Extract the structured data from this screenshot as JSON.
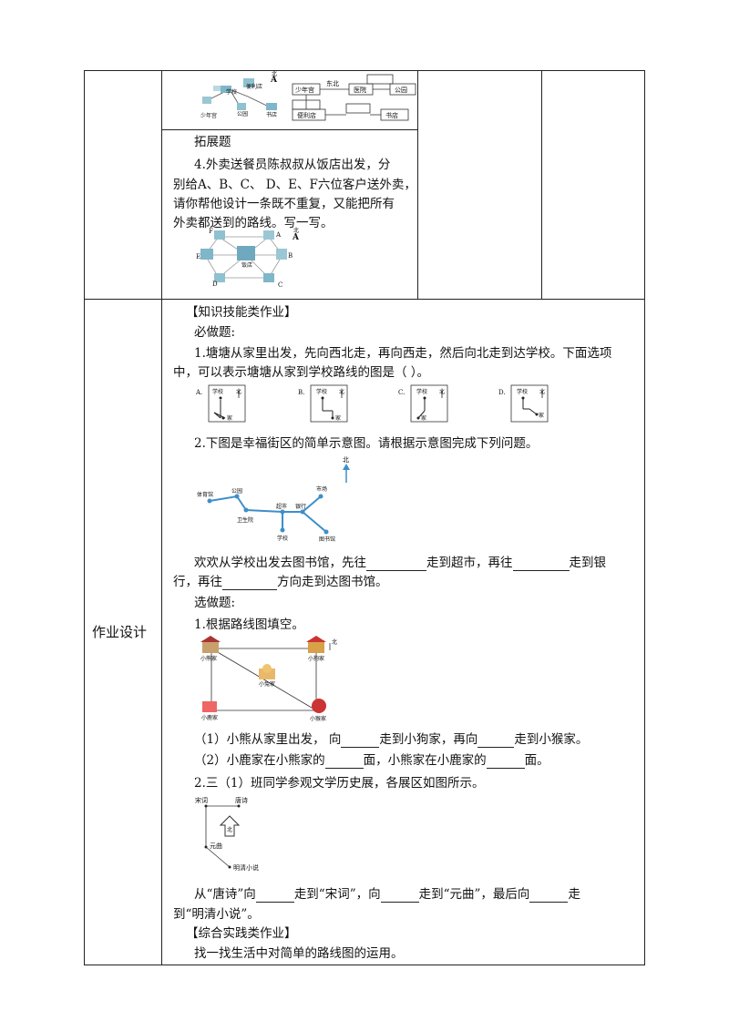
{
  "top_section": {
    "route_boxes": {
      "start": "少年宫",
      "dir1": "东北",
      "hospital": "医院",
      "park": "公园",
      "store": "便利店",
      "bookstore": "书店"
    },
    "map1_labels": {
      "north": "北",
      "store": "便利店",
      "school": "学校",
      "youth": "少年宫",
      "park": "公园",
      "bookstore": "书店"
    },
    "expand_title": "拓展题",
    "q4_lines": [
      "4.外卖送餐员陈叔叔从饭店出发，分",
      "别给A、B、C、 D、E、F六位客户送外卖，",
      "请你帮他设计一条既不重复，又能把所有",
      "外卖都送到的路线。写一写。"
    ],
    "map2_labels": {
      "north": "北",
      "F": "F",
      "A": "A",
      "B": "B",
      "C": "C",
      "D": "D",
      "E": "E",
      "restaurant": "饭店"
    }
  },
  "row_label": "作业设计",
  "knowledge_title": "【知识技能类作业】",
  "required_title": "必做题:",
  "q1_lines": [
    "1.塘塘从家里出发，先向西北走，再向西走，然后向北走到达学校。下面选项",
    "中，可以表示塘塘从家到学校路线的图是（         ）。"
  ],
  "q1_options": [
    {
      "letter": "A.",
      "school": "学校",
      "north": "北",
      "home": "家"
    },
    {
      "letter": "B.",
      "school": "学校",
      "north": "北",
      "home": "家"
    },
    {
      "letter": "C.",
      "school": "学校",
      "north": "北",
      "home": "家"
    },
    {
      "letter": "D.",
      "school": "学校",
      "north": "北",
      "home": "家"
    }
  ],
  "q2_line": "2.下图是幸福街区的简单示意图。请根据示意图完成下列问题。",
  "street_map": {
    "north": "北",
    "gym": "体育馆",
    "park": "公园",
    "clinic": "卫生院",
    "supermarket": "超市",
    "bank": "银行",
    "market": "市场",
    "school": "学校",
    "library": "图书馆"
  },
  "q2_fill": {
    "p1": "欢欢从学校出发去图书馆，先往",
    "p2": "走到超市，再往",
    "p3": "走到银",
    "p4": "行，再往",
    "p5": "方向走到达图书馆。"
  },
  "optional_title": "选做题:",
  "opt1_title": "1.根据路线图填空。",
  "animal_map": {
    "north": "北",
    "bear": "小熊家",
    "dog": "小狗家",
    "deer": "小鹿家",
    "monkey": "小猴家",
    "rabbit": "小兔家"
  },
  "opt1_q1": {
    "p1": "（1）小熊从家里出发，  向",
    "p2": "走到小狗家，再向",
    "p3": "走到小猴家。"
  },
  "opt1_q2": {
    "p1": "（2）小鹿家在小熊家的",
    "p2": "面，小熊家在小鹿家的",
    "p3": "面。"
  },
  "opt2_title": "2.三（1）班同学参观文学历史展，各展区如图所示。",
  "exhibit_map": {
    "song": "宋词",
    "tang": "唐诗",
    "yuan": "元曲",
    "ming": "明清小说",
    "north": "北"
  },
  "opt2_fill": {
    "p1": "从“唐诗”向",
    "p2": "走到“宋词”，向",
    "p3": "走到“元曲”，最后向",
    "p4": "走",
    "p5": "到“明清小说”。"
  },
  "practice_title": "【综合实践类作业】",
  "practice_text": "找一找生活中对简单的路线图的运用。"
}
